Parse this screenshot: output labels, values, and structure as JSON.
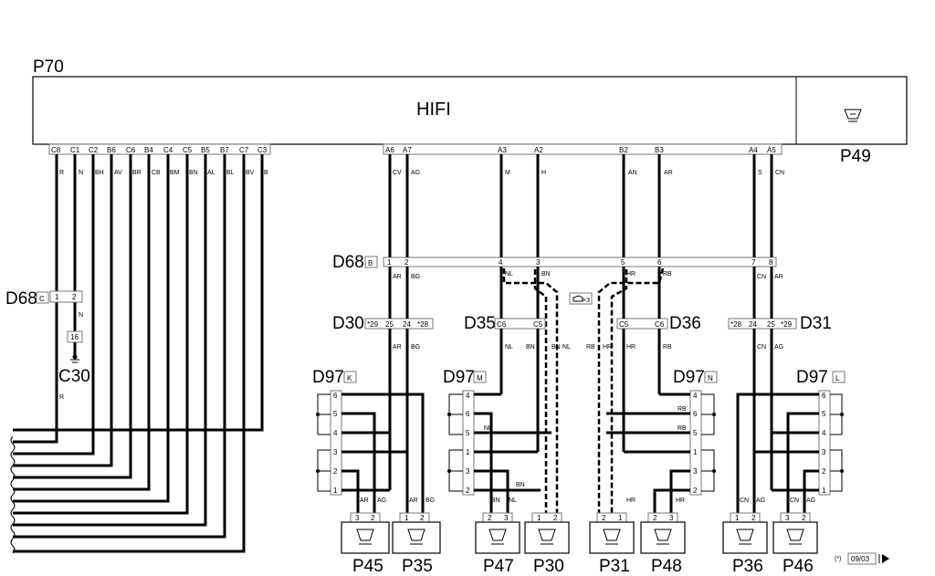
{
  "main_unit": {
    "id": "P70",
    "label": "HIFI",
    "antenna_id": "P49"
  },
  "top_pins": [
    "C8",
    "C1",
    "C2",
    "B6",
    "C6",
    "B4",
    "C4",
    "C5",
    "B5",
    "B7",
    "C7",
    "C3",
    "A6",
    "A7",
    "A3",
    "A2",
    "B2",
    "B3",
    "A4",
    "A5"
  ],
  "wire_codes": [
    "R",
    "N",
    "BH",
    "AV",
    "BR",
    "CB",
    "BM",
    "BN",
    "AL",
    "BL",
    "BV",
    "B",
    "CV",
    "AG",
    "M",
    "H",
    "AN",
    "AR",
    "S",
    "CN"
  ],
  "d68_b": {
    "id": "D68",
    "tag": "B",
    "pins": [
      "1",
      "2",
      "4",
      "3",
      "5",
      "6",
      "7",
      "8"
    ],
    "below": [
      "AR",
      "BG",
      "NL",
      "BN",
      "HR",
      "RB",
      "CN",
      "AR"
    ]
  },
  "d68_c": {
    "id": "D68",
    "tag": "C",
    "pins": [
      "1",
      "2"
    ],
    "wire": "N",
    "ground_pin": "16"
  },
  "c30": {
    "id": "C30",
    "wire": "R"
  },
  "splice_note": "×3",
  "connectors": {
    "d30": {
      "id": "D30",
      "pins": [
        "*29",
        "25",
        "24",
        "*28"
      ],
      "below": [
        "AR",
        "BG"
      ]
    },
    "d35": {
      "id": "D35",
      "pins": [
        "C6",
        "C5"
      ],
      "below": [
        "NL",
        "BN",
        "BN",
        "NL"
      ]
    },
    "d36": {
      "id": "D36",
      "pins": [
        "C5",
        "C6"
      ],
      "below": [
        "RB",
        "HR",
        "HR",
        "RB"
      ]
    },
    "d31": {
      "id": "D31",
      "pins": [
        "*28",
        "24",
        "25",
        "*29"
      ],
      "below": [
        "CN",
        "AG"
      ]
    }
  },
  "d97_blocks": [
    {
      "id": "D97",
      "tag": "K",
      "pins": [
        "6",
        "5",
        "4",
        "3",
        "2",
        "1"
      ]
    },
    {
      "id": "D97",
      "tag": "M",
      "pins": [
        "4",
        "6",
        "5",
        "1",
        "3",
        "2"
      ],
      "wires": [
        "NL",
        "BN"
      ]
    },
    {
      "id": "D97",
      "tag": "N",
      "pins": [
        "4",
        "6",
        "5",
        "1",
        "3",
        "2"
      ],
      "wires": [
        "RB",
        "RB"
      ]
    },
    {
      "id": "D97",
      "tag": "L",
      "pins": [
        "6",
        "5",
        "4",
        "3",
        "2",
        "1"
      ]
    }
  ],
  "speakers": [
    {
      "id": "P45",
      "pins": [
        "3",
        "2"
      ],
      "wires": [
        "AR",
        "AG"
      ]
    },
    {
      "id": "P35",
      "pins": [
        "1",
        "2"
      ],
      "wires": [
        "AR",
        "BG"
      ]
    },
    {
      "id": "P47",
      "pins": [
        "2",
        "3"
      ],
      "wires": [
        "BN",
        "NL"
      ]
    },
    {
      "id": "P30",
      "pins": [
        "1",
        "2"
      ],
      "wires": []
    },
    {
      "id": "P31",
      "pins": [
        "2",
        "1"
      ],
      "wires": []
    },
    {
      "id": "P48",
      "pins": [
        "2",
        "3"
      ],
      "wires": [
        "HR"
      ]
    },
    {
      "id": "P36",
      "pins": [
        "1",
        "2"
      ],
      "wires": [
        "CN",
        "AG"
      ]
    },
    {
      "id": "P46",
      "pins": [
        "3",
        "2"
      ],
      "wires": [
        "CN",
        "AG"
      ]
    }
  ],
  "footer": {
    "note": "(*)",
    "date": "09/03"
  }
}
